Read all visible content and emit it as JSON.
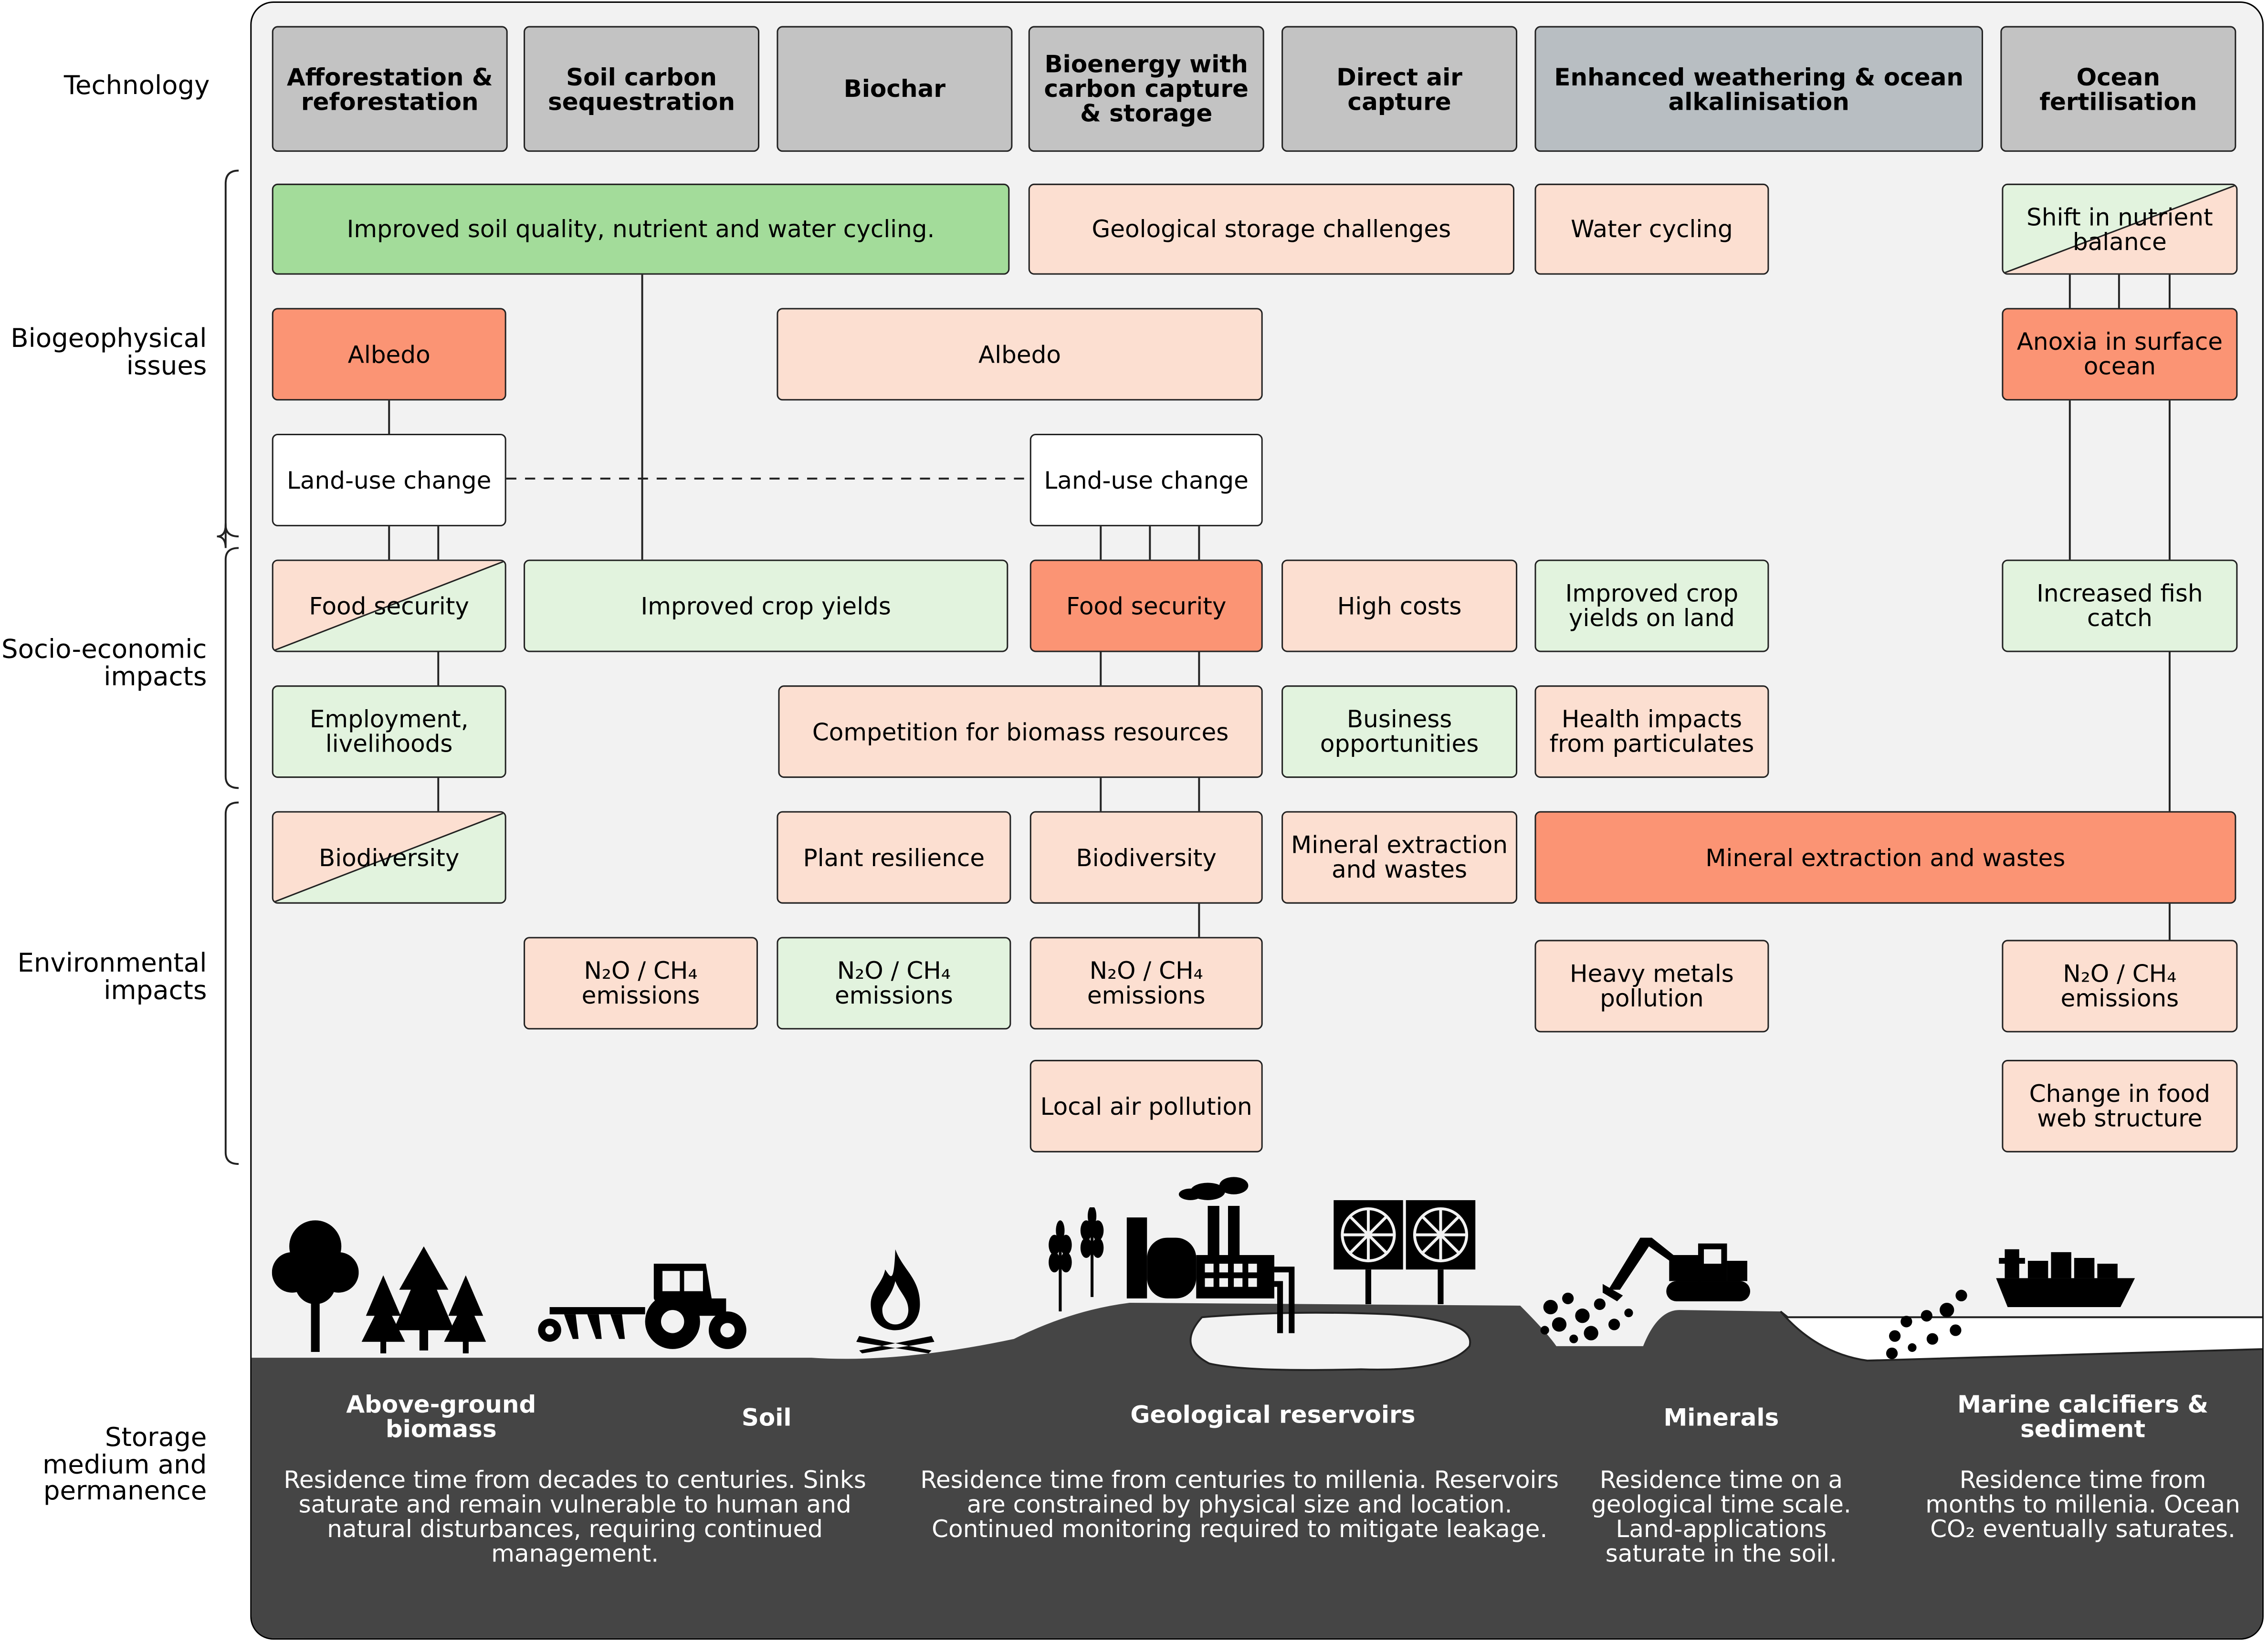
{
  "row_labels": {
    "technology": "Technology",
    "biogeophysical": "Biogeophysical issues",
    "socioeconomic": "Socio-economic impacts",
    "environmental": "Environmental impacts",
    "storage": "Storage medium and permanence"
  },
  "technologies": [
    "Afforestation & reforestation",
    "Soil carbon sequestration",
    "Biochar",
    "Bioenergy with carbon capture & storage",
    "Direct air capture",
    "Enhanced weathering & ocean alkalinisation",
    "Ocean fertilisation"
  ],
  "biogeophysical": {
    "soil_quality": "Improved soil quality, nutrient and water cycling.",
    "geological_storage": "Geological storage challenges",
    "water_cycling": "Water cycling",
    "nutrient_balance": "Shift in nutrient balance",
    "albedo_afforestation": "Albedo",
    "albedo_bioenergy": "Albedo",
    "anoxia": "Anoxia in surface ocean",
    "land_use_afforestation": "Land-use change",
    "land_use_beccs": "Land-use change"
  },
  "socioeconomic": {
    "food_security_afforestation": "Food security",
    "improved_crop_yields": "Improved crop yields",
    "food_security_beccs": "Food security",
    "high_costs": "High costs",
    "crop_yields_land": "Improved crop yields on land",
    "fish_catch": "Increased fish catch",
    "employment": "Employment, livelihoods",
    "competition_biomass": "Competition for biomass resources",
    "business": "Business opportunities",
    "health_particulates": "Health impacts from particulates"
  },
  "environmental": {
    "biodiversity_afforestation": "Biodiversity",
    "plant_resilience": "Plant resilience",
    "biodiversity_beccs": "Biodiversity",
    "mineral_extraction_dac": "Mineral extraction and wastes",
    "mineral_extraction_ew": "Mineral extraction and wastes",
    "n2o_soil": "N₂O / CH₄ emissions",
    "n2o_biochar": "N₂O / CH₄ emissions",
    "n2o_beccs": "N₂O / CH₄ emissions",
    "heavy_metals": "Heavy metals pollution",
    "n2o_ocean": "N₂O / CH₄ emissions",
    "local_air": "Local air pollution",
    "food_web": "Change in food web structure"
  },
  "storage": [
    {
      "title": "Above-ground biomass",
      "desc": ""
    },
    {
      "title": "Soil",
      "desc": ""
    },
    {
      "title": "Geological reservoirs",
      "desc": "Residence time from centuries to millenia. Reservoirs are constrained by physical size and location. Continued monitoring required to mitigate leakage."
    },
    {
      "title": "Minerals",
      "desc": "Residence time on a geological time scale. Land-applications saturate in the soil."
    },
    {
      "title": "Marine calcifiers & sediment",
      "desc": "Residence time from months to millenia. Ocean CO₂ eventually saturates."
    }
  ],
  "storage_shared_desc": "Residence time from decades to centuries. Sinks saturate and remain vulnerable to human and natural disturbances, requiring continued management.",
  "colors": {
    "tech_grey": "#c3c3c3",
    "strong_positive": "#a3dc9a",
    "weak_positive": "#e2f3de",
    "weak_negative": "#fcdfd1",
    "strong_negative": "#fb9474",
    "neutral": "#ffffff",
    "ground": "#454545"
  },
  "icons": [
    "tree-icon",
    "pine-trees-icon",
    "tractor-plough-icon",
    "campfire-icon",
    "wheat-icon",
    "factory-icon",
    "fan-unit-icon",
    "excavator-icon",
    "rocks-icon",
    "cargo-ship-icon"
  ]
}
